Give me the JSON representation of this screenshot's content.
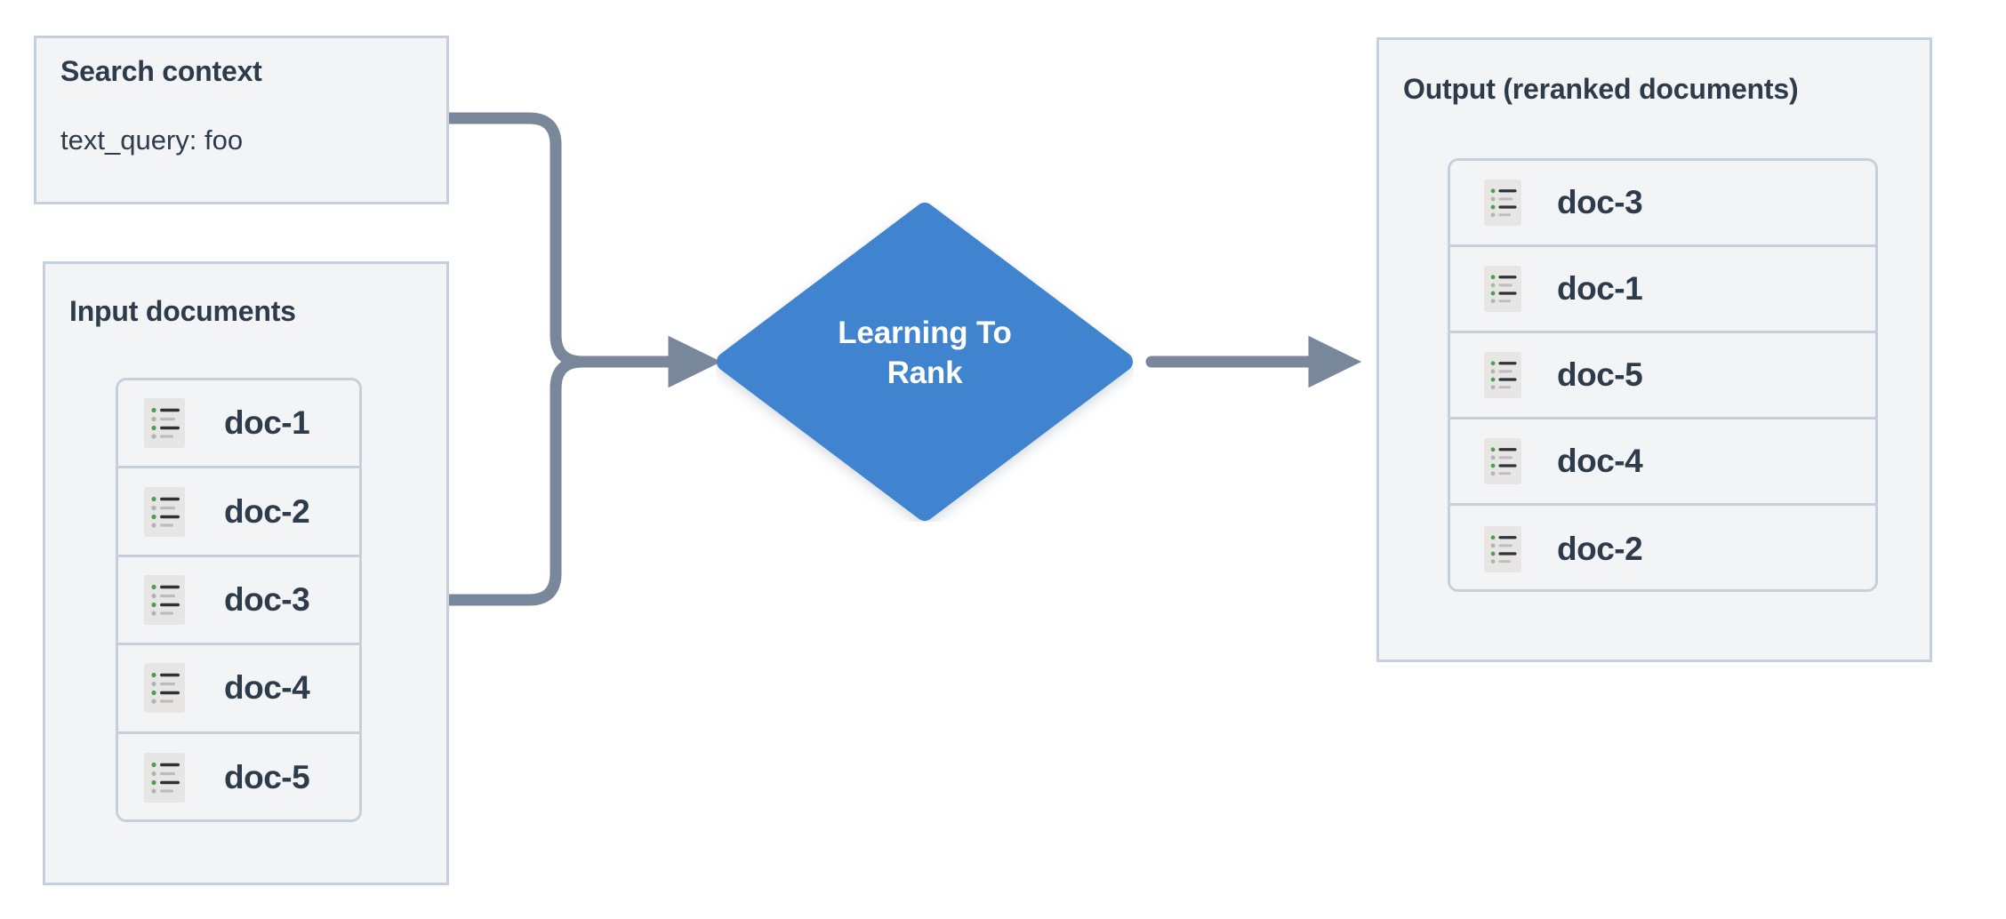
{
  "diagram": {
    "title_accent_color": "#4184d0",
    "panel_bg": "#f2f4f6",
    "panel_border": "#c5d0dc",
    "connector_color": "#78879a",
    "text_color": "#2d3b4a"
  },
  "search_context": {
    "title": "Search context",
    "query_line": "text_query: foo"
  },
  "input_documents": {
    "title": "Input documents",
    "docs": [
      {
        "label": "doc-1",
        "icon": "document-list-icon"
      },
      {
        "label": "doc-2",
        "icon": "document-list-icon"
      },
      {
        "label": "doc-3",
        "icon": "document-list-icon"
      },
      {
        "label": "doc-4",
        "icon": "document-list-icon"
      },
      {
        "label": "doc-5",
        "icon": "document-list-icon"
      }
    ]
  },
  "process": {
    "label_line_1": "Learning To",
    "label_line_2": "Rank",
    "shape": "diamond",
    "fill_color": "#4184d0"
  },
  "output_documents": {
    "title": "Output (reranked documents)",
    "docs": [
      {
        "label": "doc-3",
        "icon": "document-list-icon"
      },
      {
        "label": "doc-1",
        "icon": "document-list-icon"
      },
      {
        "label": "doc-5",
        "icon": "document-list-icon"
      },
      {
        "label": "doc-4",
        "icon": "document-list-icon"
      },
      {
        "label": "doc-2",
        "icon": "document-list-icon"
      }
    ]
  },
  "connectors": [
    {
      "name": "search-context-to-ltr",
      "from": "Search context",
      "to": "Learning To Rank"
    },
    {
      "name": "input-documents-to-ltr",
      "from": "Input documents",
      "to": "Learning To Rank"
    },
    {
      "name": "ltr-to-output",
      "from": "Learning To Rank",
      "to": "Output (reranked documents)"
    }
  ]
}
